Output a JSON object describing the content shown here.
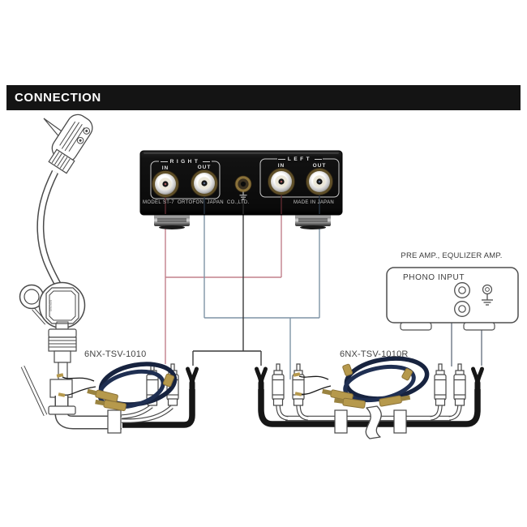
{
  "header": {
    "title": "CONNECTION"
  },
  "device": {
    "model_line": "MODEL ST-7  ORTOFON  JAPAN  CO.,LTD.",
    "origin_line": "MADE IN JAPAN",
    "channels": [
      {
        "name": "RIGHT",
        "jacks": [
          "IN",
          "OUT"
        ]
      },
      {
        "name": "LEFT",
        "jacks": [
          "IN",
          "OUT"
        ]
      }
    ]
  },
  "tonearm": {
    "brand": "ortofon"
  },
  "preamp": {
    "title": "PRE AMP., EQULIZER AMP.",
    "input_label": "PHONO INPUT"
  },
  "cables": {
    "left": {
      "label": "6NX-TSV-1010"
    },
    "right": {
      "label": "6NX-TSV-1010R"
    }
  },
  "colors": {
    "line_red": "#c2808c",
    "line_blue": "#7e93a5",
    "line_black": "#3a3a3a",
    "line_gray": "#6b7684",
    "cable_navy": "#1b2a4a",
    "gold": "#b6994c"
  }
}
